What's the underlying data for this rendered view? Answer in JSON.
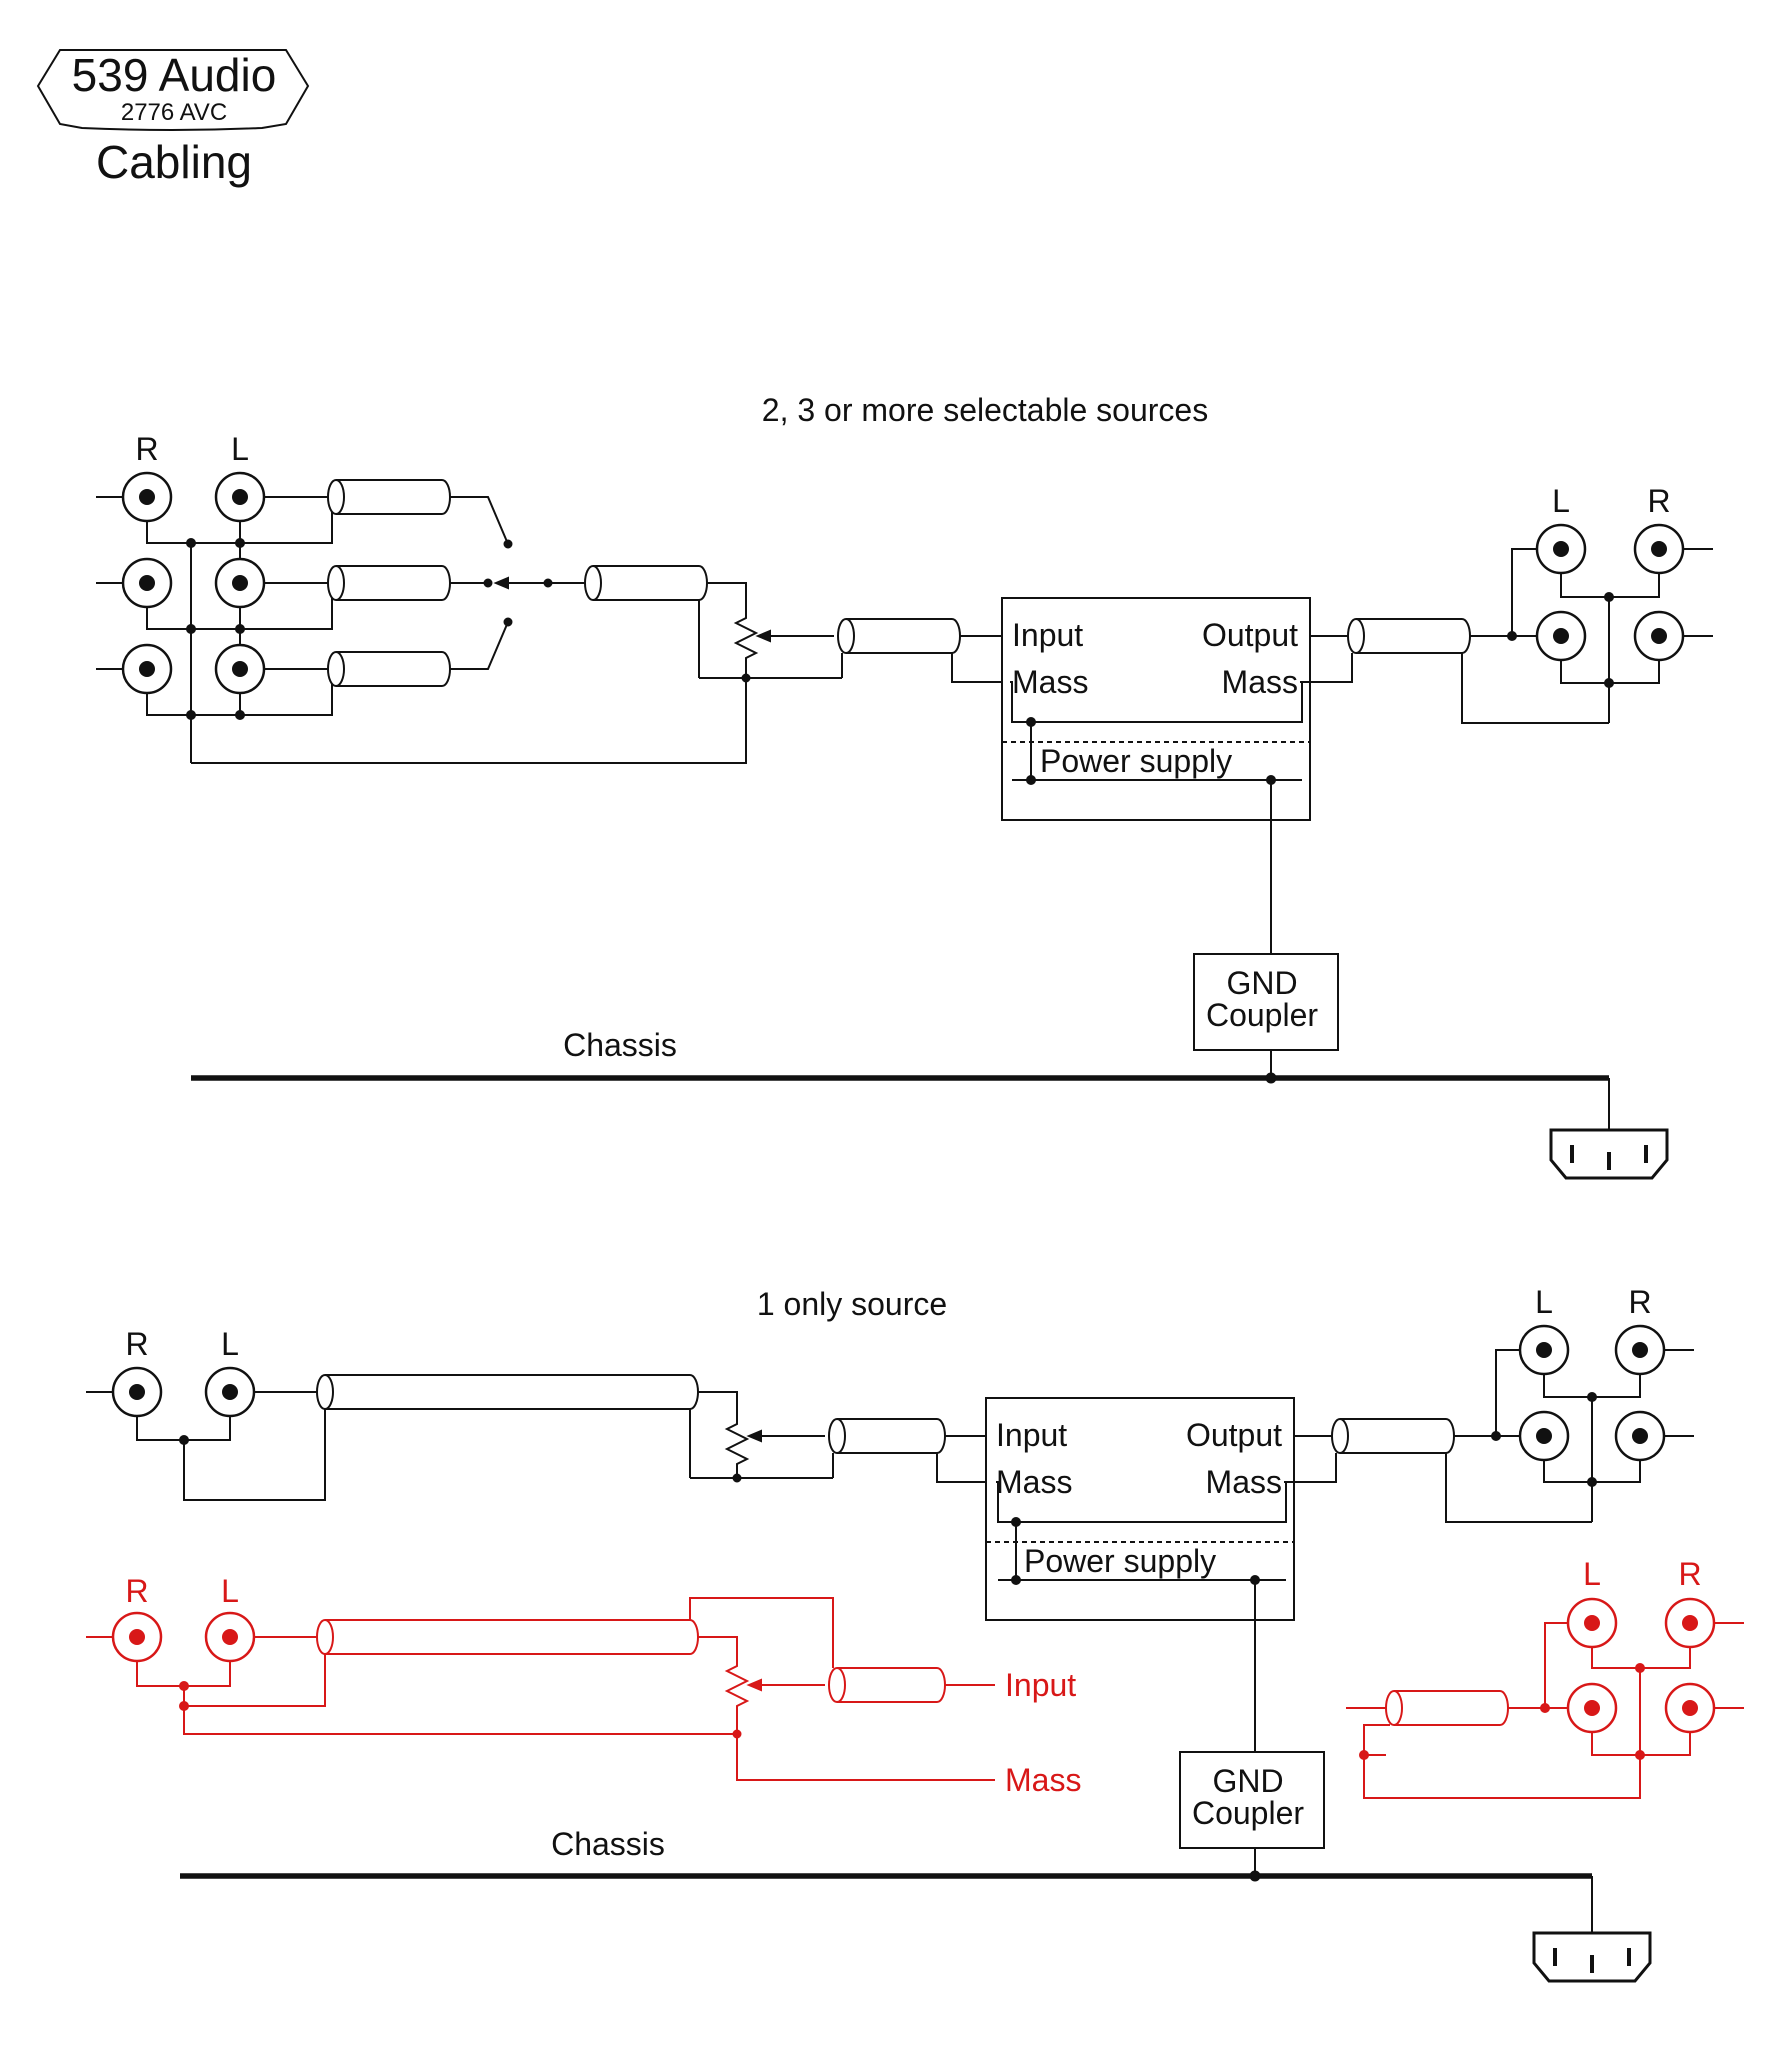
{
  "logo": {
    "brand": "539 Audio",
    "model": "2776 AVC"
  },
  "title": "Cabling",
  "colors": {
    "ink": "#111111",
    "accent": "#d81818"
  },
  "section1": {
    "caption": "2, 3 or more selectable sources",
    "source_labels": {
      "right": "R",
      "left": "L"
    },
    "output_labels": {
      "left": "L",
      "right": "R"
    },
    "amp": {
      "input": "Input",
      "output": "Output",
      "mass_in": "Mass",
      "mass_out": "Mass",
      "power": "Power supply"
    },
    "gnd_coupler": [
      "GND",
      "Coupler"
    ],
    "chassis": "Chassis"
  },
  "section2": {
    "caption": "1 only source",
    "source_labels": {
      "right": "R",
      "left": "L"
    },
    "output_labels": {
      "left": "L",
      "right": "R"
    },
    "amp": {
      "input": "Input",
      "output": "Output",
      "mass_in": "Mass",
      "mass_out": "Mass",
      "power": "Power supply"
    },
    "gnd_coupler": [
      "GND",
      "Coupler"
    ],
    "chassis": "Chassis"
  },
  "alt_wiring": {
    "source_labels": {
      "right": "R",
      "left": "L"
    },
    "output_labels": {
      "left": "L",
      "right": "R"
    },
    "input": "Input",
    "mass": "Mass"
  }
}
